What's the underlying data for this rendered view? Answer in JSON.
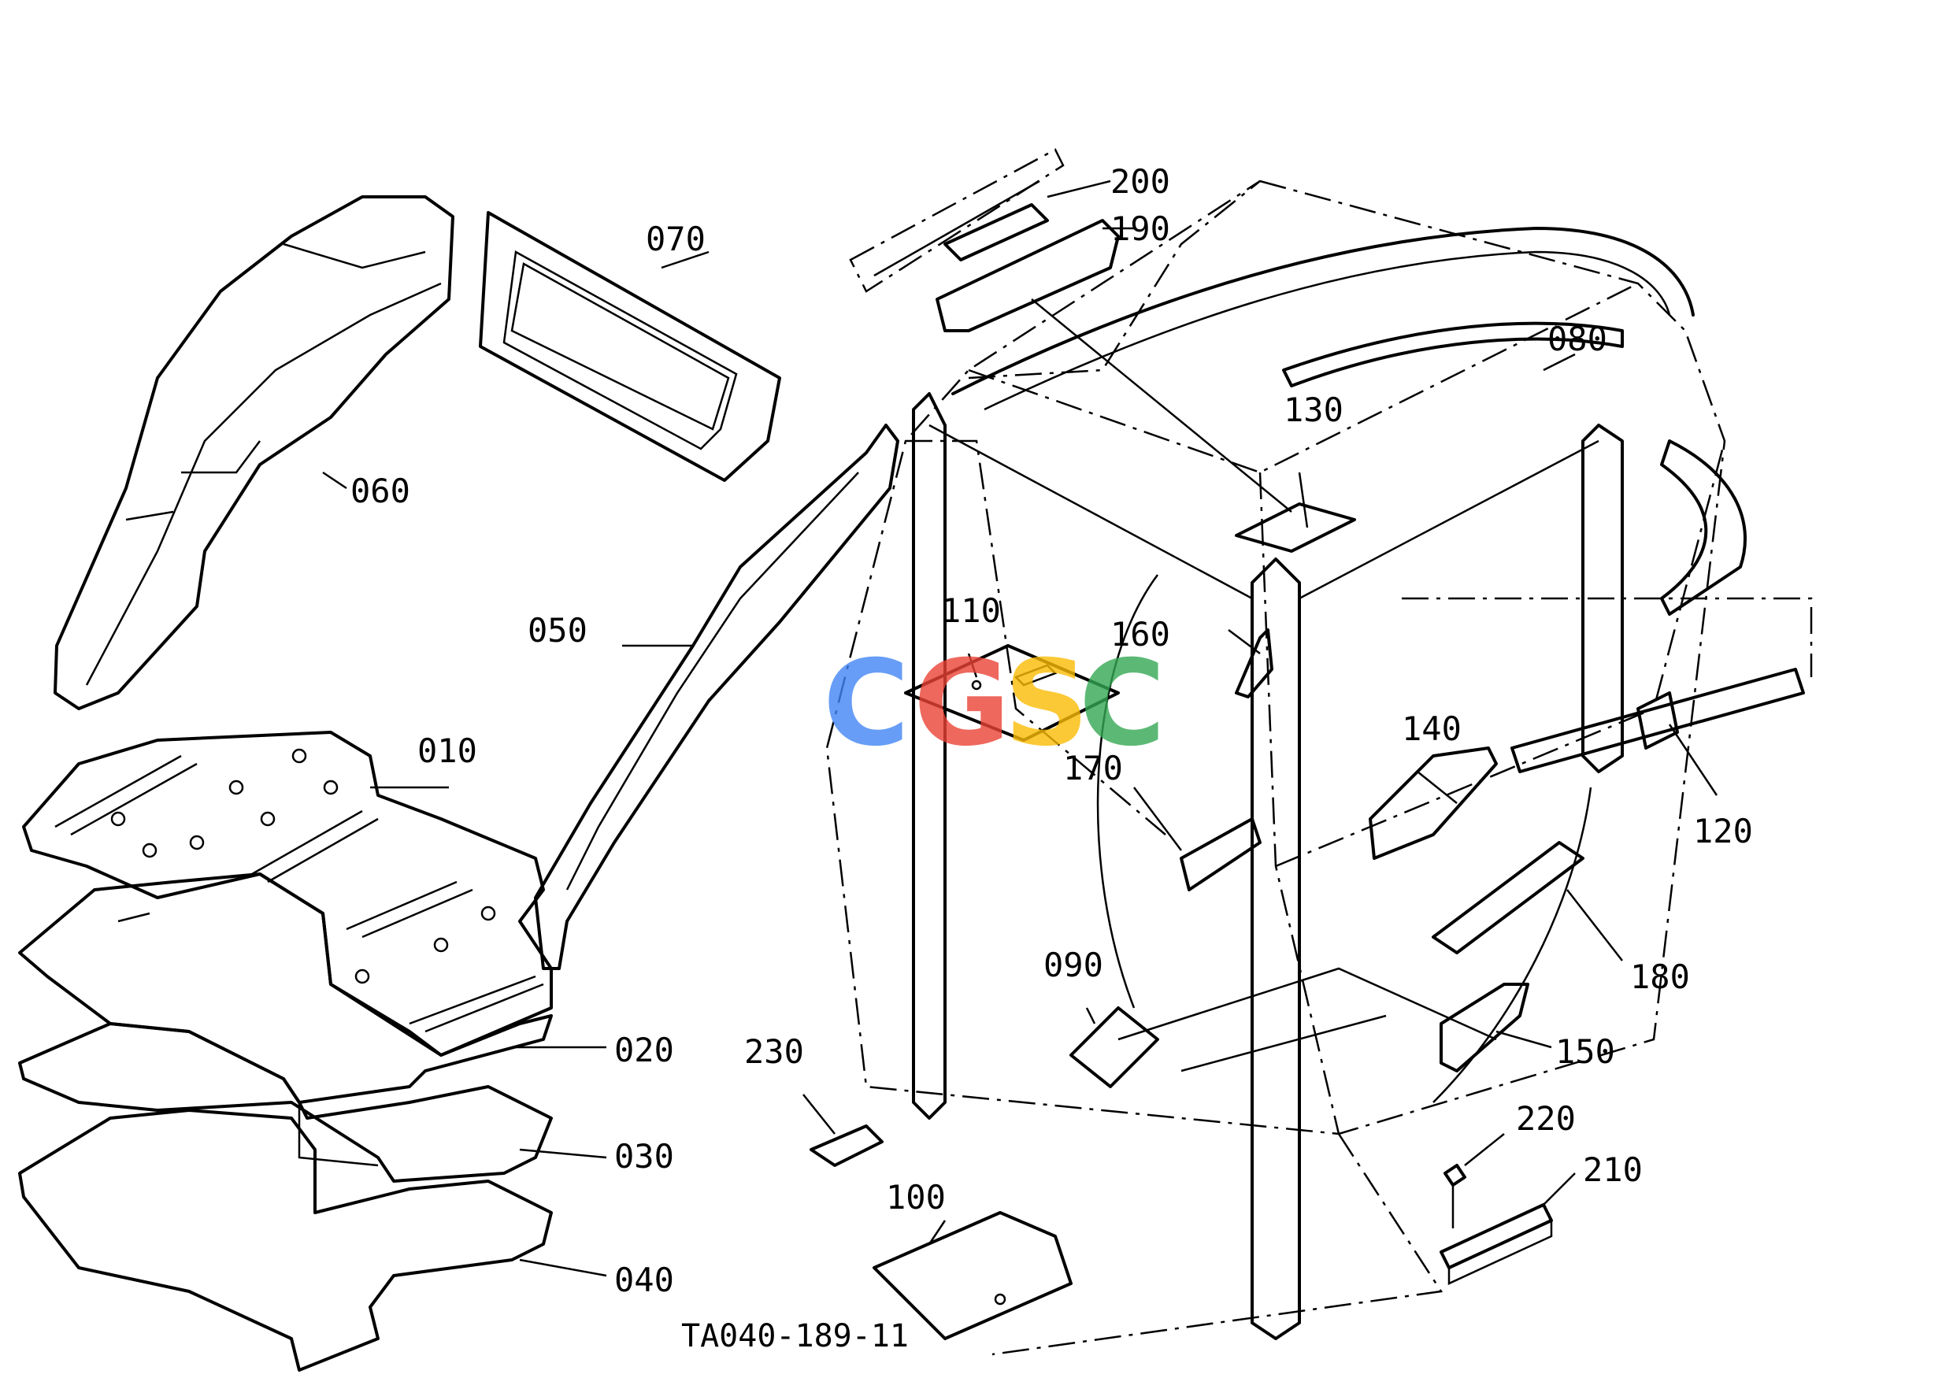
{
  "parts": [
    {
      "id": "p010",
      "label": "010"
    },
    {
      "id": "p020",
      "label": "020"
    },
    {
      "id": "p030",
      "label": "030"
    },
    {
      "id": "p040",
      "label": "040"
    },
    {
      "id": "p050",
      "label": "050"
    },
    {
      "id": "p060",
      "label": "060"
    },
    {
      "id": "p070",
      "label": "070"
    },
    {
      "id": "p080",
      "label": "080"
    },
    {
      "id": "p090",
      "label": "090"
    },
    {
      "id": "p100",
      "label": "100"
    },
    {
      "id": "p110",
      "label": "110"
    },
    {
      "id": "p120",
      "label": "120"
    },
    {
      "id": "p130",
      "label": "130"
    },
    {
      "id": "p140",
      "label": "140"
    },
    {
      "id": "p150",
      "label": "150"
    },
    {
      "id": "p160",
      "label": "160"
    },
    {
      "id": "p170",
      "label": "170"
    },
    {
      "id": "p180",
      "label": "180"
    },
    {
      "id": "p190",
      "label": "190"
    },
    {
      "id": "p200",
      "label": "200"
    },
    {
      "id": "p210",
      "label": "210"
    },
    {
      "id": "p220",
      "label": "220"
    },
    {
      "id": "p230",
      "label": "230"
    }
  ],
  "drawing_code": "TA040-189-11",
  "watermark": {
    "letters": [
      "C",
      "G",
      "S",
      "C"
    ],
    "colors": [
      "#4285F4",
      "#EA4335",
      "#FBBC05",
      "#34A853"
    ]
  }
}
